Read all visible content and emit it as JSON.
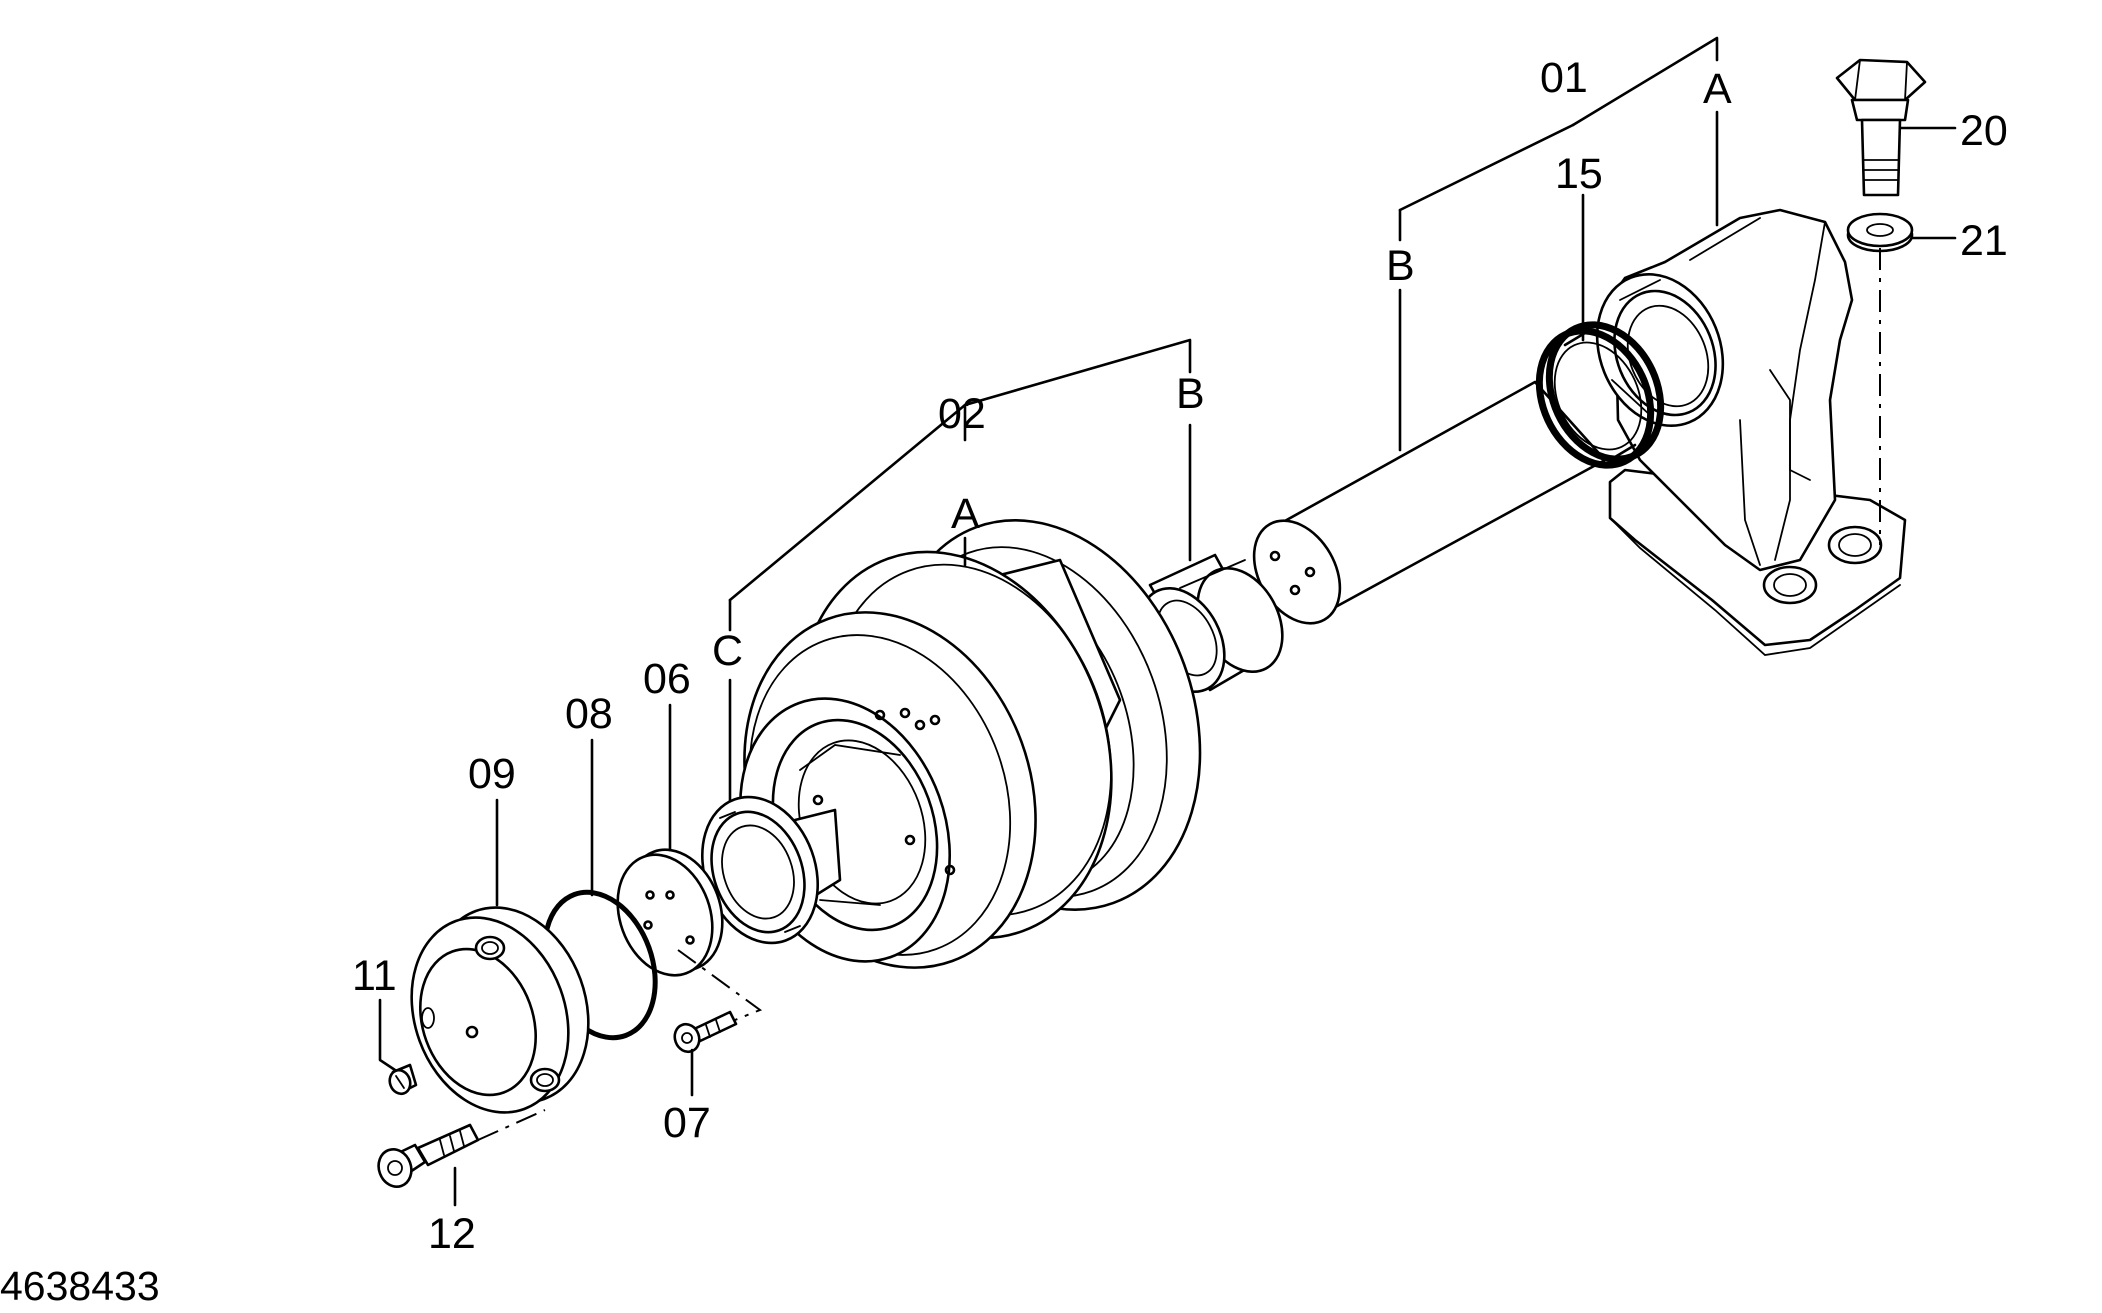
{
  "drawing": {
    "document_number": "4638433",
    "parts": [
      {
        "id": "p01",
        "label": "01"
      },
      {
        "id": "p02",
        "label": "02"
      },
      {
        "id": "p06",
        "label": "06"
      },
      {
        "id": "p07",
        "label": "07"
      },
      {
        "id": "p08",
        "label": "08"
      },
      {
        "id": "p09",
        "label": "09"
      },
      {
        "id": "p11",
        "label": "11"
      },
      {
        "id": "p12",
        "label": "12"
      },
      {
        "id": "p15",
        "label": "15"
      },
      {
        "id": "p20",
        "label": "20"
      },
      {
        "id": "p21",
        "label": "21"
      }
    ],
    "group_01": {
      "a": "A",
      "b": "B"
    },
    "group_02": {
      "a": "A",
      "b": "B",
      "c": "C"
    }
  }
}
